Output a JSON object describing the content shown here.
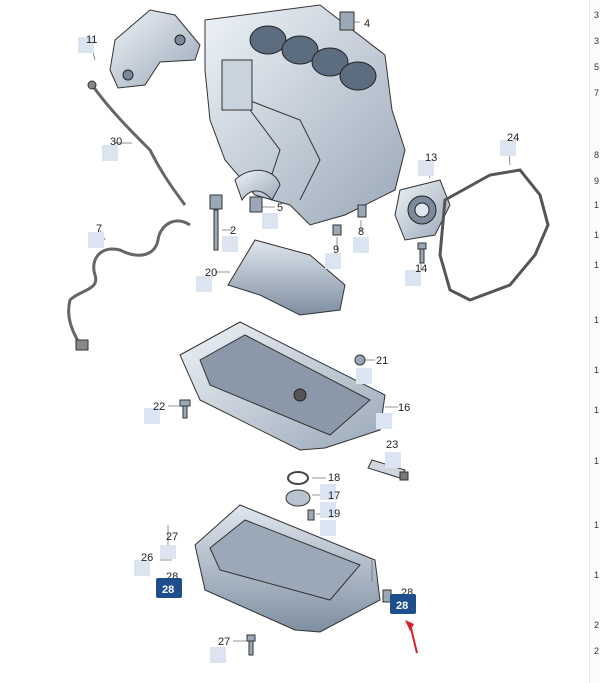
{
  "callouts": [
    {
      "id": "p4",
      "label": "4"
    },
    {
      "id": "p11",
      "label": "11"
    },
    {
      "id": "p30",
      "label": "30"
    },
    {
      "id": "p24",
      "label": "24"
    },
    {
      "id": "p13",
      "label": "13"
    },
    {
      "id": "p5",
      "label": "5"
    },
    {
      "id": "p7",
      "label": "7"
    },
    {
      "id": "p2",
      "label": "2"
    },
    {
      "id": "p8",
      "label": "8"
    },
    {
      "id": "p9",
      "label": "9"
    },
    {
      "id": "p14",
      "label": "14"
    },
    {
      "id": "p20",
      "label": "20"
    },
    {
      "id": "p21",
      "label": "21"
    },
    {
      "id": "p22",
      "label": "22"
    },
    {
      "id": "p16",
      "label": "16"
    },
    {
      "id": "p23",
      "label": "23"
    },
    {
      "id": "p18",
      "label": "18"
    },
    {
      "id": "p17",
      "label": "17"
    },
    {
      "id": "p19",
      "label": "19"
    },
    {
      "id": "p26",
      "label": "26"
    },
    {
      "id": "p27a",
      "label": "27"
    },
    {
      "id": "p28a",
      "label": "28"
    },
    {
      "id": "p28b",
      "label": "28"
    },
    {
      "id": "p27b",
      "label": "27"
    }
  ],
  "highlighted": [
    {
      "id": "h28a",
      "label": "28"
    },
    {
      "id": "h28b",
      "label": "28"
    }
  ],
  "edge_ticks": [
    "3",
    "3",
    "5",
    "7",
    "8",
    "9",
    "1",
    "1",
    "1",
    "1",
    "1",
    "1",
    "1",
    "1",
    "1",
    "2",
    "2"
  ],
  "colors": {
    "accent": "#1f4e8c",
    "pointer": "#d81f26",
    "callout_box": "#dbe5f1"
  }
}
